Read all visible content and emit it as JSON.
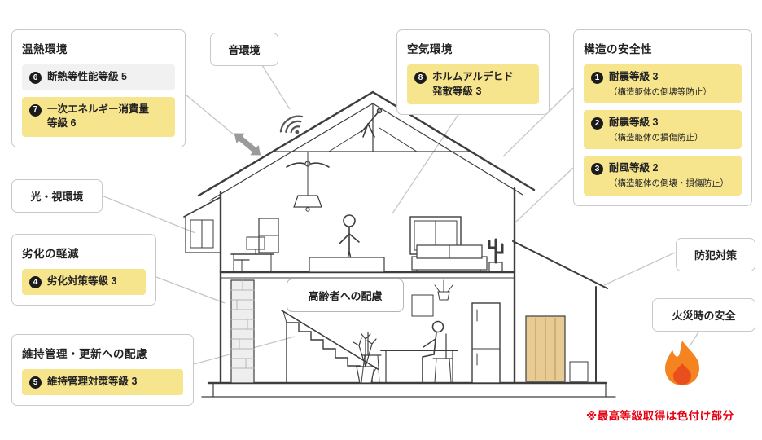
{
  "colors": {
    "highlight_yellow": "#f7e58e",
    "item_gray": "#f1f1f1",
    "note_red": "#e60012",
    "flame_orange": "#f5831f",
    "flame_inner": "#e94f1c"
  },
  "boxes": {
    "thermal": {
      "title": "温熱環境",
      "items": [
        {
          "num": "6",
          "label": "断熱等性能等級 5"
        },
        {
          "num": "7",
          "label": "一次エネルギー消費量\n等級 6"
        }
      ]
    },
    "sound": {
      "title": "音環境"
    },
    "air": {
      "title": "空気環境",
      "items": [
        {
          "num": "8",
          "label": "ホルムアルデヒド\n発散等級 3"
        }
      ]
    },
    "structure": {
      "title": "構造の安全性",
      "items": [
        {
          "num": "1",
          "label": "耐震等級 3",
          "sub": "（構造躯体の倒壊等防止）"
        },
        {
          "num": "2",
          "label": "耐震等級 3",
          "sub": "（構造躯体の損傷防止）"
        },
        {
          "num": "3",
          "label": "耐風等級 2",
          "sub": "（構造躯体の倒壊・損傷防止）"
        }
      ]
    },
    "light": {
      "title": "光・視環境"
    },
    "deterioration": {
      "title": "劣化の軽減",
      "items": [
        {
          "num": "4",
          "label": "劣化対策等級 3"
        }
      ]
    },
    "maintenance": {
      "title": "維持管理・更新への配慮",
      "items": [
        {
          "num": "5",
          "label": "維持管理対策等級 3"
        }
      ]
    },
    "elderly": {
      "title": "高齢者への配慮"
    },
    "security": {
      "title": "防犯対策"
    },
    "fire_safety": {
      "title": "火災時の安全"
    }
  },
  "note": {
    "text": "※最高等級取得は色付け部分"
  }
}
